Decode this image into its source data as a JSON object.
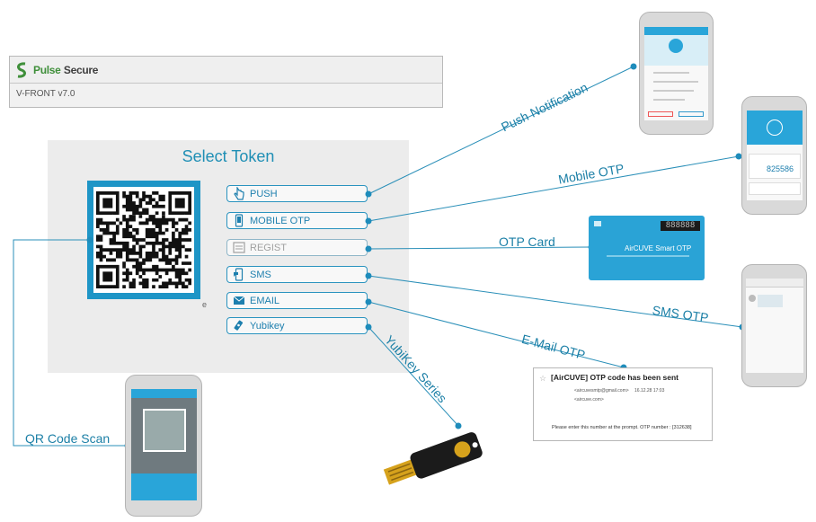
{
  "header": {
    "brand_part1": "Pulse",
    "brand_part2": "Secure",
    "version": "V-FRONT v7.0"
  },
  "token_panel": {
    "title": "Select Token",
    "buttons": [
      {
        "label": "PUSH",
        "icon": "hand-pointer-icon",
        "enabled": true
      },
      {
        "label": "MOBILE OTP",
        "icon": "mobile-phone-icon",
        "enabled": true
      },
      {
        "label": "REGIST",
        "icon": "register-icon",
        "enabled": false
      },
      {
        "label": "SMS",
        "icon": "sms-icon",
        "enabled": true
      },
      {
        "label": "EMAIL",
        "icon": "envelope-icon",
        "enabled": true
      },
      {
        "label": "Yubikey",
        "icon": "usb-key-icon",
        "enabled": true
      }
    ]
  },
  "connections": {
    "push": "Push Notification",
    "mobile_otp": "Mobile OTP",
    "otp_card": "OTP Card",
    "sms_otp": "SMS OTP",
    "email_otp": "E-Mail OTP",
    "yubikey": "YubiKey Series",
    "qr": "QR Code Scan"
  },
  "mobile_otp_screen": {
    "code": "825586"
  },
  "otp_card": {
    "display": "888888",
    "brand": "AirCUVE Smart OTP"
  },
  "email": {
    "subject": "[AirCUVE] OTP code has been sent",
    "from": "<aircuvesmtp@gmail.com>",
    "date": "16.12.28 17:03",
    "to": "<aircuve.com>",
    "body": "Please enter this number at the prompt. OTP number : [312638]"
  },
  "colors": {
    "accent": "#1e95c6",
    "line": "#2a8fb8",
    "panel_bg": "#ececec"
  }
}
